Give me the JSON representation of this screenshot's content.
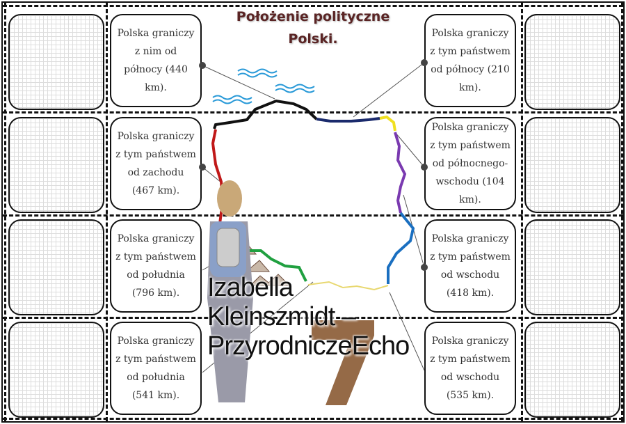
{
  "title": {
    "line1": "Położenie polityczne",
    "line2": "Polski."
  },
  "left_boxes": [
    {
      "text": "Polska graniczy z nim od północy (440 km)."
    },
    {
      "text": "Polska graniczy z tym państwem od zachodu (467 km)."
    },
    {
      "text": "Polska graniczy z tym państwem od południa (796 km)."
    },
    {
      "text": "Polska graniczy z tym państwem od południa (541 km)."
    }
  ],
  "right_boxes": [
    {
      "text": "Polska graniczy z tym państwem od północy (210 km)."
    },
    {
      "text": "Polska graniczy z tym państwem od północnego-wschodu (104 km)."
    },
    {
      "text": "Polska graniczy z tym państwem od wschodu (418 km)."
    },
    {
      "text": "Polska graniczy z tym państwem od wschodu (535 km)."
    }
  ],
  "border_colors": {
    "north_sea": "#111111",
    "north_ru": "#1a2a6c",
    "lt": "#f0e020",
    "by": "#7a3ab0",
    "ua": "#1a6fc0",
    "sk": "#e8d870",
    "cz": "#20a040",
    "de": "#c01818"
  },
  "watermark": {
    "line1": "Izabella Kleinszmidt –",
    "line2": "PrzyrodniczeEcho",
    "number": "7"
  }
}
